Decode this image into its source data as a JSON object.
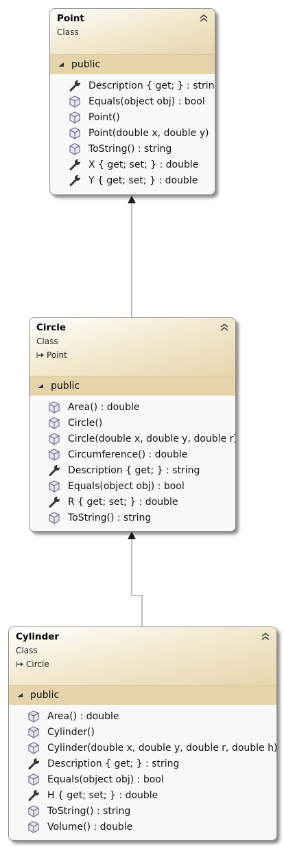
{
  "diagram": {
    "classes": [
      {
        "name": "Point",
        "stereotype": "Class",
        "section": "public",
        "members": [
          {
            "icon": "wrench-icon",
            "text": "Description { get; } : string"
          },
          {
            "icon": "cube-icon",
            "text": "Equals(object obj) : bool"
          },
          {
            "icon": "cube-icon",
            "text": "Point()"
          },
          {
            "icon": "cube-icon",
            "text": "Point(double x, double y)"
          },
          {
            "icon": "cube-icon",
            "text": "ToString() : string"
          },
          {
            "icon": "wrench-icon",
            "text": "X { get; set; } : double"
          },
          {
            "icon": "wrench-icon",
            "text": "Y { get; set; } : double"
          }
        ]
      },
      {
        "name": "Circle",
        "stereotype": "Class",
        "base": "Point",
        "section": "public",
        "members": [
          {
            "icon": "cube-icon",
            "text": "Area() : double"
          },
          {
            "icon": "cube-icon",
            "text": "Circle()"
          },
          {
            "icon": "cube-icon",
            "text": "Circle(double x, double y, double r)"
          },
          {
            "icon": "cube-icon",
            "text": "Circumference() : double"
          },
          {
            "icon": "wrench-icon",
            "text": "Description { get; } : string"
          },
          {
            "icon": "cube-icon",
            "text": "Equals(object obj) : bool"
          },
          {
            "icon": "wrench-icon",
            "text": "R { get; set; } : double"
          },
          {
            "icon": "cube-icon",
            "text": "ToString() : string"
          }
        ]
      },
      {
        "name": "Cylinder",
        "stereotype": "Class",
        "base": "Circle",
        "section": "public",
        "members": [
          {
            "icon": "cube-icon",
            "text": "Area() : double"
          },
          {
            "icon": "cube-icon",
            "text": "Cylinder()"
          },
          {
            "icon": "cube-icon",
            "text": "Cylinder(double x, double y, double r, double h)"
          },
          {
            "icon": "wrench-icon",
            "text": "Description { get; } : string"
          },
          {
            "icon": "cube-icon",
            "text": "Equals(object obj) : bool"
          },
          {
            "icon": "wrench-icon",
            "text": "H { get; set; } : double"
          },
          {
            "icon": "cube-icon",
            "text": "ToString() : string"
          },
          {
            "icon": "cube-icon",
            "text": "Volume() : double"
          }
        ]
      }
    ],
    "inheritance": [
      {
        "from": "Circle",
        "to": "Point"
      },
      {
        "from": "Cylinder",
        "to": "Circle"
      }
    ]
  }
}
